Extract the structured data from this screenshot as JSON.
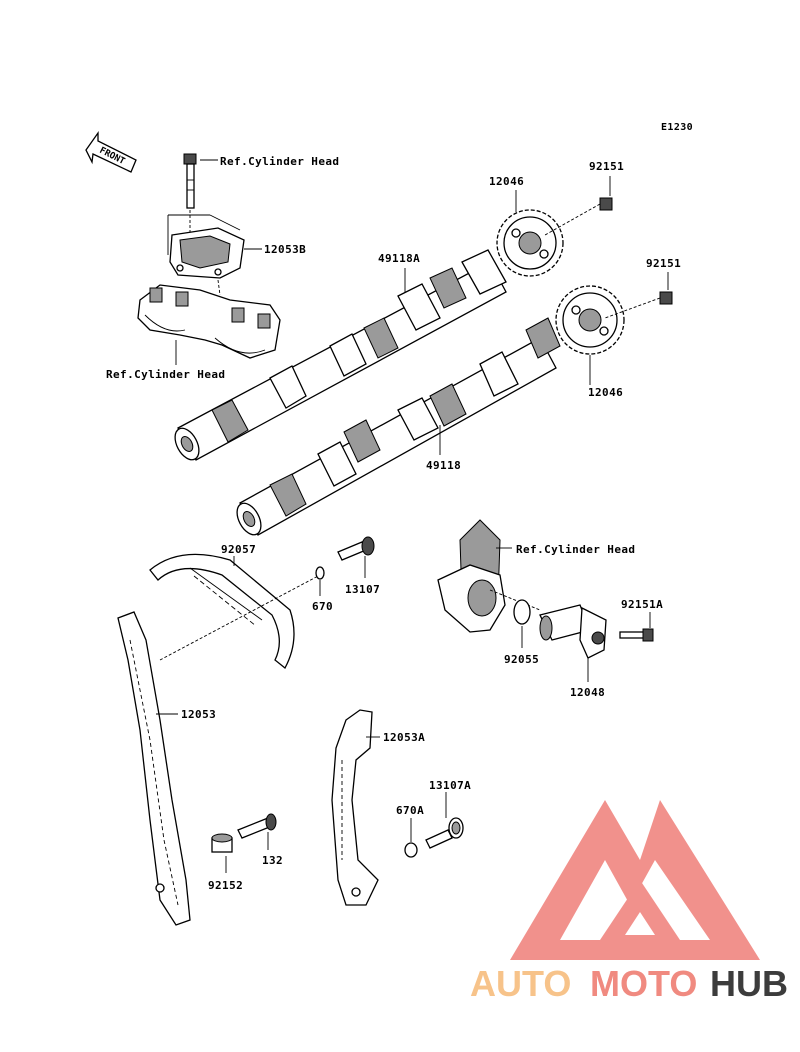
{
  "diagram_code": "E1230",
  "front_label": "FRONT",
  "labels": {
    "ref_head_top": "Ref.Cylinder Head",
    "p12053B": "12053B",
    "ref_head_left": "Ref.Cylinder Head",
    "p49118A": "49118A",
    "p12046_top": "12046",
    "p92151_top": "92151",
    "p92151_mid": "92151",
    "p12046_mid": "12046",
    "p49118": "49118",
    "p92057": "92057",
    "p670": "670",
    "p13107": "13107",
    "ref_head_right": "Ref.Cylinder Head",
    "p92151A": "92151A",
    "p92055": "92055",
    "p12048": "12048",
    "p12053": "12053",
    "p12053A": "12053A",
    "p13107A": "13107A",
    "p670A": "670A",
    "p132": "132",
    "p92152": "92152"
  },
  "watermark": {
    "part1": "AUTO",
    "part2": "MOTO",
    "part3": "HUB",
    "color_light": "#f7c38a",
    "color_mid": "#f08a80",
    "color_dark": "#3c3c3c",
    "logo_color": "#ef7e78"
  }
}
